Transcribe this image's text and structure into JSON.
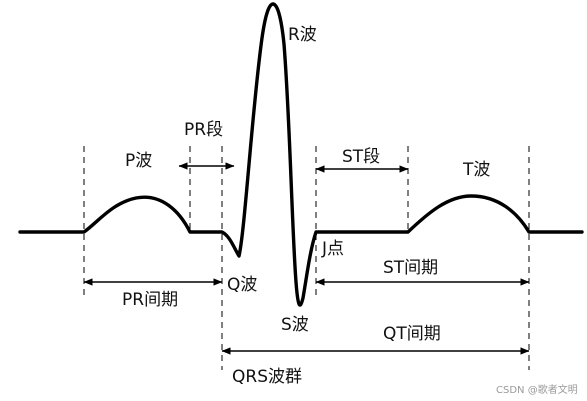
{
  "diagram": {
    "labels": {
      "r_wave": "R波",
      "p_wave": "P波",
      "pr_segment": "PR段",
      "st_segment": "ST段",
      "t_wave": "T波",
      "q_wave": "Q波",
      "j_point": "J点",
      "s_wave": "S波",
      "pr_interval": "PR间期",
      "st_interval": "ST间期",
      "qt_interval": "QT间期",
      "qrs_complex": "QRS波群"
    },
    "colors": {
      "line": "#000000",
      "background": "#ffffff",
      "watermark": "#9a9a9a"
    }
  },
  "watermark": "CSDN @歌者文明"
}
